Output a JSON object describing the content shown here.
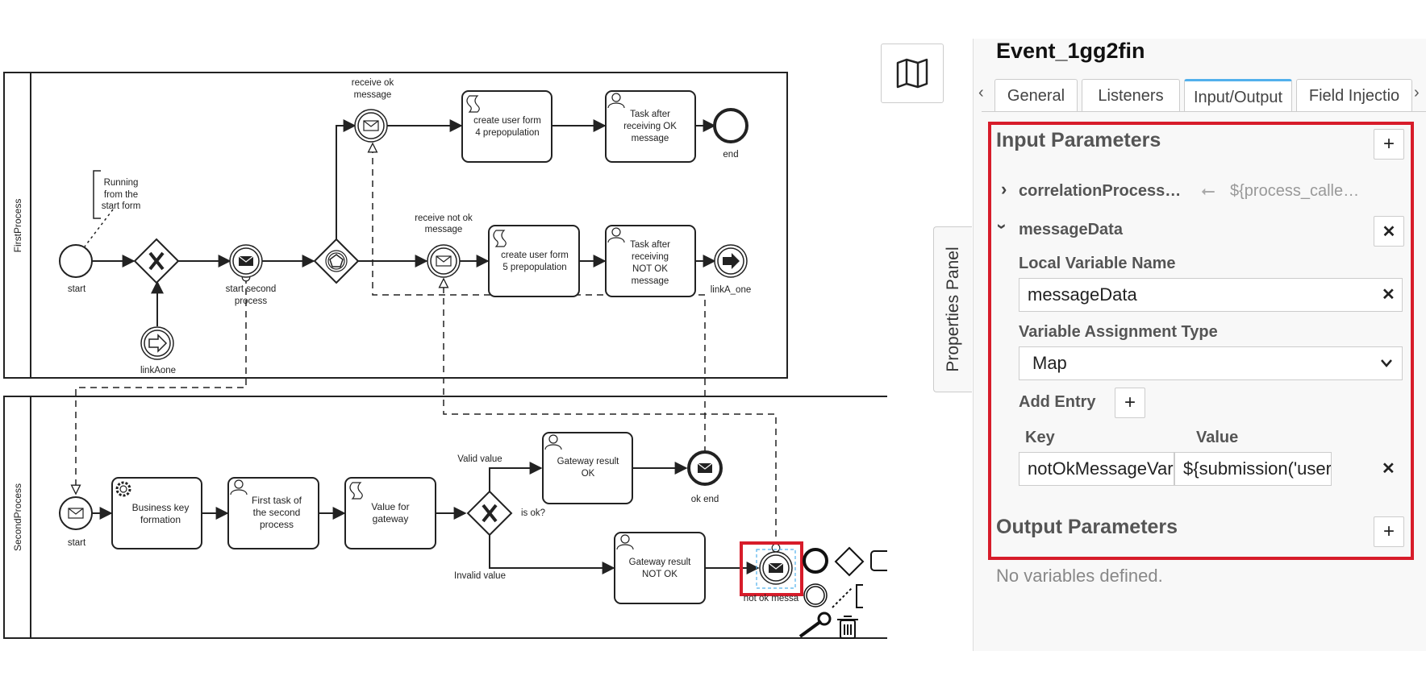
{
  "diagram": {
    "pools": [
      {
        "name": "FirstProcess"
      },
      {
        "name": "SecondProcess"
      }
    ],
    "labels": {
      "receive_ok": [
        "receive ok",
        "message"
      ],
      "running": [
        "Running",
        "from the",
        "start form"
      ],
      "start1": "start",
      "start_second": [
        "start second",
        "process"
      ],
      "linkAone": "linkAone",
      "receive_not_ok": [
        "receive not ok",
        "message"
      ],
      "end": "end",
      "linkA_one": "linkA_one",
      "start2": "start",
      "valid_value": "Valid value",
      "is_ok": "is ok?",
      "invalid_value": "Invalid value",
      "ok_end": "ok end",
      "not_ok_msg": "not ok messa"
    },
    "tasks": {
      "create4": [
        "create user form",
        "4 prepopulation"
      ],
      "task_ok": [
        "Task after",
        "receiving OK",
        "message"
      ],
      "create5": [
        "create user form",
        "5 prepopulation"
      ],
      "task_notok": [
        "Task after",
        "receiving",
        "NOT OK",
        "message"
      ],
      "business": [
        "Business key",
        "formation"
      ],
      "first_task": [
        "First task of",
        "the second",
        "process"
      ],
      "value_gw": [
        "Value for",
        "gateway"
      ],
      "gw_ok": [
        "Gateway result",
        "OK"
      ],
      "gw_notok": [
        "Gateway result",
        "NOT OK"
      ]
    }
  },
  "properties_toggle": "Properties Panel",
  "panel": {
    "title": "Event_1gg2fin",
    "tabs": [
      "General",
      "Listeners",
      "Input/Output",
      "Field Injectio"
    ],
    "active_tab": "Input/Output",
    "input_section_title": "Input Parameters",
    "params": [
      {
        "name": "correlationProcess…",
        "value": "${process_calle…"
      },
      {
        "name": "messageData"
      }
    ],
    "local_var_label": "Local Variable Name",
    "local_var_value": "messageData",
    "assign_type_label": "Variable Assignment Type",
    "assign_type_value": "Map",
    "add_entry_label": "Add Entry",
    "key_label": "Key",
    "value_label": "Value",
    "entry_key": "notOkMessageVar",
    "entry_value": "${submission('user",
    "output_section_title": "Output Parameters",
    "no_vars": "No variables defined."
  },
  "colors": {
    "highlight": "#d71c2a",
    "active_tab": "#52b0ec"
  }
}
